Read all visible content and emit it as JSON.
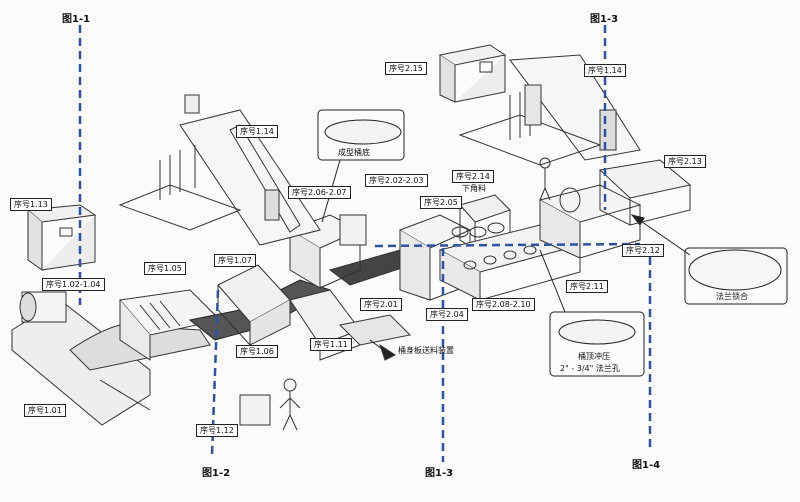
{
  "figure_refs": {
    "f1_1_top": "图1-1",
    "f1_3_top": "图1-3",
    "f1_2": "图1-2",
    "f1_3_bottom": "图1-3",
    "f1_4": "图1-4"
  },
  "item_labels": {
    "n2_15": "序号2.15",
    "n1_14_left": "序号1.14",
    "n1_14_right": "序号1.14",
    "n2_13": "序号2.13",
    "n1_13": "序号1.13",
    "n2_06": "序号2.06-2.07",
    "n2_02": "序号2.02-2.03",
    "n2_14": "序号2.14",
    "n2_05": "序号2.05",
    "n2_12": "序号2.12",
    "n1_02": "序号1.02-1.04",
    "n1_05": "序号1.05",
    "n1_07": "序号1.07",
    "n2_01": "序号2.01",
    "n2_04": "序号2.04",
    "n2_08": "序号2.08-2.10",
    "n2_11": "序号2.11",
    "n1_06": "序号1.06",
    "n1_11": "序号1.11",
    "n1_01": "序号1.01",
    "n1_12": "序号1.12"
  },
  "annotations": {
    "bottom_forming": "成型桶底",
    "lower_corner": "下角料",
    "feeding_device": "桶身板送料装置",
    "top_stamping": "桶顶冲压",
    "flange_hole": "2\" - 3/4\" 法兰孔",
    "flange_lock": "法兰锁合"
  },
  "colors": {
    "guide_line": "#2a52a6",
    "ink": "#222222"
  }
}
